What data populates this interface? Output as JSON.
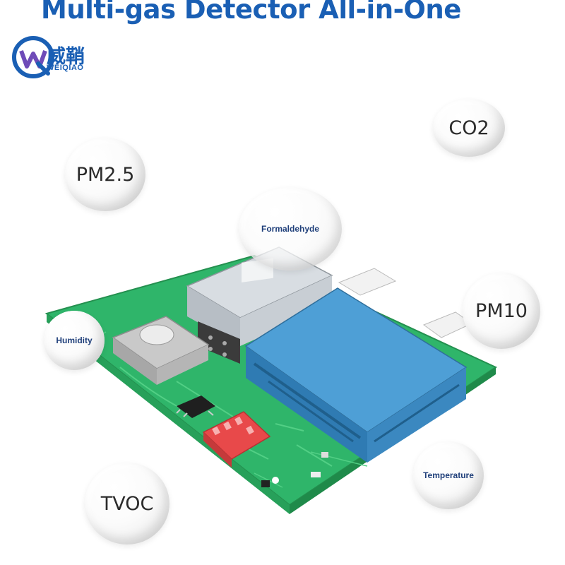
{
  "title": "Multi-gas Detector All-in-One",
  "logo": {
    "chinese": "威鞘",
    "english": "WEIQIAO"
  },
  "bubbles": {
    "co2": "CO2",
    "pm25": "PM2.5",
    "formaldehyde": "Formaldehyde",
    "pm10": "PM10",
    "humidity": "Humidity",
    "tvoc": "TVOC",
    "temperature": "Temperature"
  },
  "colors": {
    "title": "#1a5fb4",
    "pcb": "#2fb56a",
    "sensor_blue": "#3d8fc9",
    "dip_switch": "#e8494a"
  }
}
